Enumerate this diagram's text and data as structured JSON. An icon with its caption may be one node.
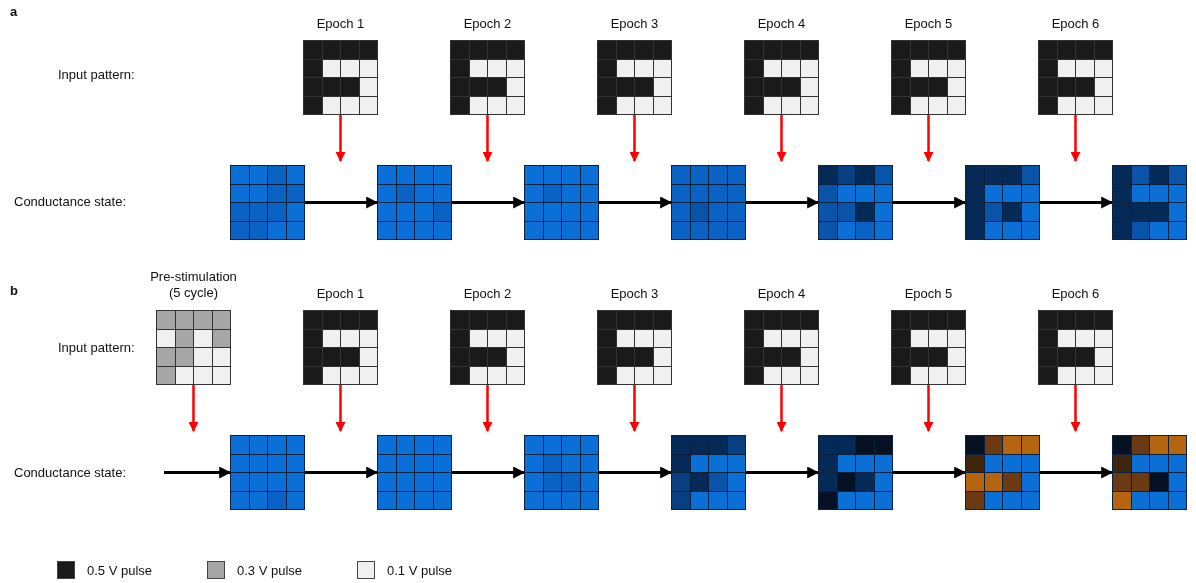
{
  "diagram": {
    "nodes": [
      {
        "text": [
          "Epoch 1"
        ]
      },
      {
        "text": [
          "Epoch 2"
        ]
      },
      {
        "text": [
          "Epoch 3"
        ]
      },
      {
        "text": [
          "Epoch 4"
        ]
      },
      {
        "text": [
          "Epoch 5"
        ]
      },
      {
        "text": [
          "Epoch 6"
        ]
      },
      {
        "text": [],
        "shape": "picture"
      },
      {
        "text": [],
        "shape": "picture"
      },
      {
        "text": [],
        "shape": "picture"
      },
      {
        "text": [],
        "shape": "picture"
      },
      {
        "text": [],
        "shape": "picture"
      },
      {
        "text": [],
        "shape": "picture"
      },
      {
        "text": [],
        "shape": "picture"
      },
      {
        "text": [
          "Pre-stimulation (5 cycle)"
        ]
      },
      {
        "text": [
          "Epoch 1"
        ]
      },
      {
        "text": [
          "Epoch 2"
        ]
      },
      {
        "text": [
          "Epoch 3"
        ]
      },
      {
        "text": [
          "Epoch 4"
        ]
      },
      {
        "text": [
          "Epoch 5"
        ]
      },
      {
        "text": [
          "Epoch 6"
        ]
      },
      {
        "text": [],
        "shape": "picture"
      },
      {
        "text": [],
        "shape": "picture"
      },
      {
        "text": [],
        "shape": "picture"
      },
      {
        "text": [],
        "shape": "picture"
      },
      {
        "text": [],
        "shape": "picture"
      },
      {
        "text": [],
        "shape": "picture"
      },
      {
        "text": [],
        "shape": "picture"
      }
    ],
    "edges": [
      {
        "from": 0,
        "to": null,
        "arrow": "to",
        "color": "#ff0000"
      },
      {
        "from": 1,
        "to": null,
        "arrow": "to",
        "color": "#ff0000"
      },
      {
        "from": 2,
        "to": null,
        "arrow": "to",
        "color": "#ff0000"
      },
      {
        "from": 3,
        "to": null,
        "arrow": "to",
        "color": "#ff0000"
      },
      {
        "from": 4,
        "to": null,
        "arrow": "to",
        "color": "#ff0000"
      },
      {
        "from": 5,
        "to": null,
        "arrow": "to",
        "color": "#ff0000"
      },
      {
        "from": 6,
        "to": 7,
        "arrow": "to",
        "color": "#000000"
      },
      {
        "from": 7,
        "to": 8,
        "arrow": "to",
        "color": "#000000"
      },
      {
        "from": 8,
        "to": 9,
        "arrow": "to",
        "color": "#000000"
      },
      {
        "from": 9,
        "to": 10,
        "arrow": "to",
        "color": "#000000"
      },
      {
        "from": 10,
        "to": 11,
        "arrow": "to",
        "color": "#000000"
      },
      {
        "from": 11,
        "to": 12,
        "arrow": "to",
        "color": "#000000"
      },
      {
        "from": 13,
        "to": null,
        "arrow": "to",
        "color": "#ff0000"
      },
      {
        "from": 14,
        "to": null,
        "arrow": "to",
        "color": "#ff0000"
      },
      {
        "from": 15,
        "to": null,
        "arrow": "to",
        "color": "#ff0000"
      },
      {
        "from": 16,
        "to": null,
        "arrow": "to",
        "color": "#ff0000"
      },
      {
        "from": 17,
        "to": null,
        "arrow": "to",
        "color": "#ff0000"
      },
      {
        "from": 18,
        "to": null,
        "arrow": "to",
        "color": "#ff0000"
      },
      {
        "from": 19,
        "to": null,
        "arrow": "to",
        "color": "#ff0000"
      },
      {
        "from": null,
        "to": 20,
        "arrow": "to",
        "color": "#000000"
      },
      {
        "from": 20,
        "to": 21,
        "arrow": "to",
        "color": "#000000"
      },
      {
        "from": 21,
        "to": 22,
        "arrow": "to",
        "color": "#000000"
      },
      {
        "from": 22,
        "to": 23,
        "arrow": "to",
        "color": "#000000"
      },
      {
        "from": 23,
        "to": 24,
        "arrow": "to",
        "color": "#000000"
      },
      {
        "from": 24,
        "to": 25,
        "arrow": "to",
        "color": "#000000"
      },
      {
        "from": 25,
        "to": 26,
        "arrow": "to",
        "color": "#000000"
      }
    ],
    "labels": [
      "a",
      "Input pattern:",
      "Conductance state:",
      "b",
      "Input pattern:",
      "Conductance state:"
    ],
    "legend": [
      {
        "text": "0.5 V pulse",
        "color": "#1a1a1a"
      },
      {
        "text": "0.3 V pulse",
        "color": "#a6a6a6"
      },
      {
        "text": "0.1 V pulse",
        "color": "#f0f0f0"
      }
    ]
  }
}
